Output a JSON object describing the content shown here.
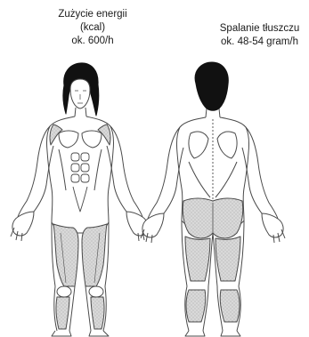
{
  "left": {
    "caption_lines": [
      "Zużycie energii",
      "(kcal)",
      "ok. 600/h"
    ],
    "view": "front"
  },
  "right": {
    "caption_lines": [
      "Spalanie tłuszczu",
      "ok. 48-54 gram/h"
    ],
    "view": "back"
  },
  "colors": {
    "outline": "#4a4a4a",
    "hair": "#111111",
    "highlight": "#d6d6d6",
    "background": "#ffffff"
  }
}
